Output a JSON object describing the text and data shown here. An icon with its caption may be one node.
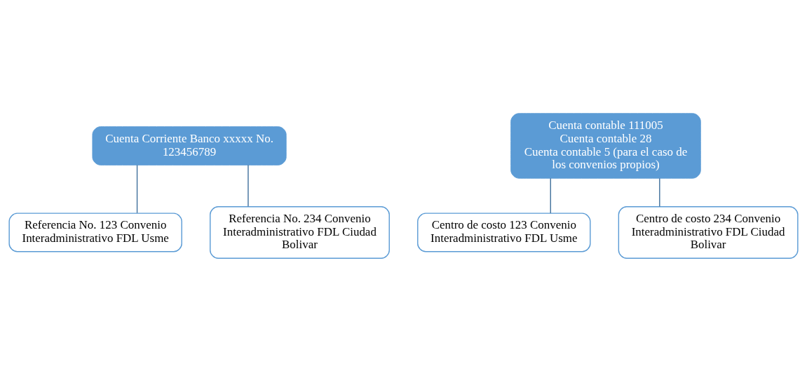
{
  "diagram": {
    "nodes": [
      {
        "text": [
          "Cuenta Corriente Banco xxxxx No. 123456789"
        ]
      },
      {
        "text": [
          "Referencia No. 123 Convenio Interadministrativo FDL Usme"
        ]
      },
      {
        "text": [
          "Referencia No. 234 Convenio Interadministrativo FDL Ciudad Bolivar"
        ]
      },
      {
        "text": [
          "Cuenta contable 111005",
          "Cuenta contable 28",
          "Cuenta contable 5 (para el caso de los convenios propios)"
        ]
      },
      {
        "text": [
          "Centro de costo 123 Convenio Interadministrativo FDL Usme"
        ]
      },
      {
        "text": [
          "Centro de costo 234 Convenio Interadministrativo FDL Ciudad Bolivar"
        ]
      }
    ],
    "edges": [
      {
        "from": 0,
        "to": 1,
        "arrow": "none"
      },
      {
        "from": 0,
        "to": 2,
        "arrow": "none"
      },
      {
        "from": 3,
        "to": 4,
        "arrow": "none"
      },
      {
        "from": 3,
        "to": 5,
        "arrow": "none"
      }
    ]
  }
}
